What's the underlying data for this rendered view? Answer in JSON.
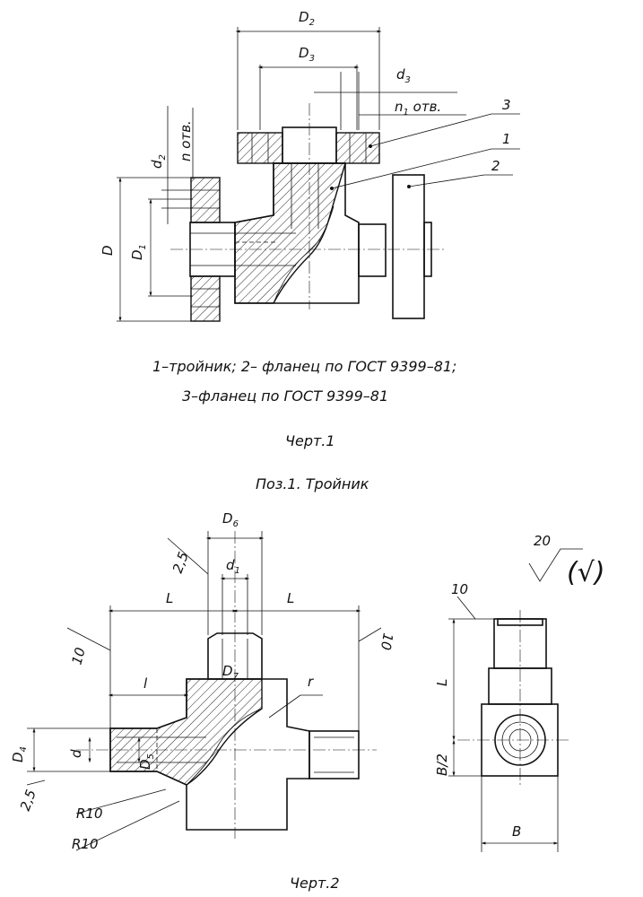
{
  "fig1": {
    "dims": {
      "D2": "D",
      "D2_sub": "2",
      "D3": "D",
      "D3_sub": "3",
      "d3": "d",
      "d3_sub": "3",
      "n1": "n",
      "n1_sub": "1",
      "n1_tail": " отв.",
      "d2": "d",
      "d2_sub": "2",
      "n_otv": "n отв.",
      "D": "D",
      "D1": "D",
      "D1_sub": "1"
    },
    "callouts": [
      "3",
      "1",
      "2"
    ],
    "legend_line1": "1–тройник; 2– фланец по ГОСТ 9399–81;",
    "legend_line2": "3–фланец по ГОСТ 9399–81",
    "caption": "Черт.1"
  },
  "pos_title": "Поз.1. Тройник",
  "fig2": {
    "dims": {
      "D6": "D",
      "D6_sub": "6",
      "d1": "d",
      "d1_sub": "1",
      "L_left": "L",
      "L_right": "L",
      "chamfer_top": "2,5",
      "angle_left": "10",
      "angle_right": "10",
      "l": "l",
      "D7": "D",
      "D7_sub": "7",
      "r": "r",
      "D4": "D",
      "D4_sub": "4",
      "d": "d",
      "D5": "D",
      "D5_sub": "5",
      "chamfer_bottom": "2,5",
      "R10_a": "R10",
      "R10_b": "R10"
    },
    "side": {
      "angle": "10",
      "L": "L",
      "B_half": "B/2",
      "B": "B"
    },
    "roughness": {
      "value": "20",
      "paren": "(√)"
    },
    "caption": "Черт.2"
  }
}
